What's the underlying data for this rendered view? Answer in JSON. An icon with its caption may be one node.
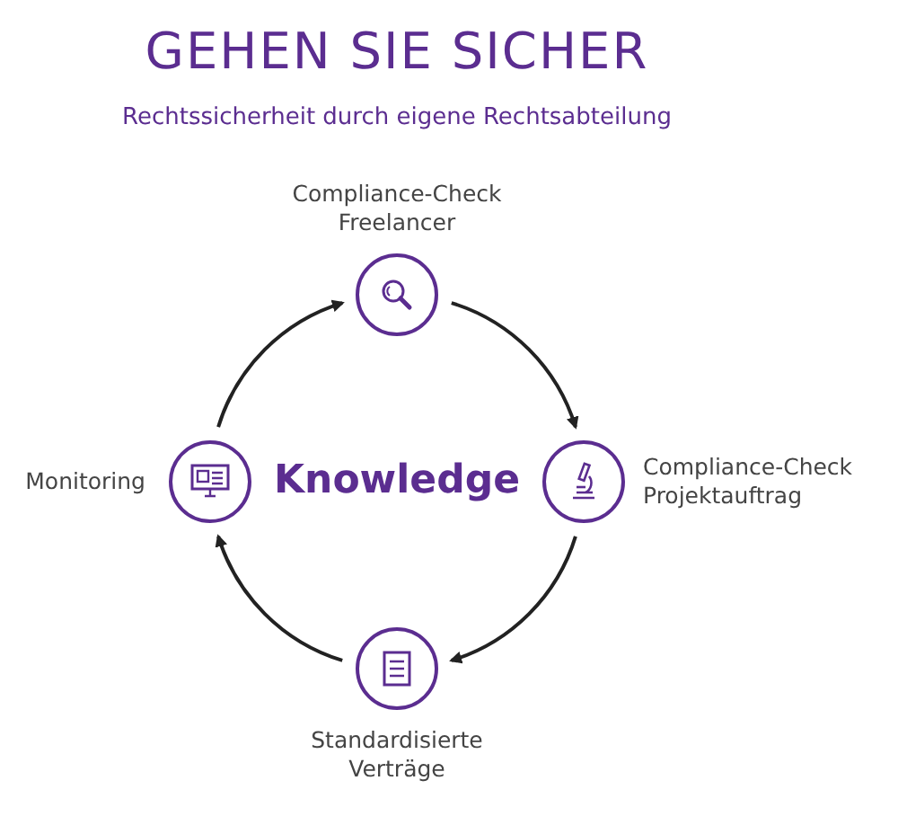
{
  "diagram": {
    "title": "GEHEN SIE SICHER",
    "nodes": [
      {
        "text": [
          "Compliance-Check Freelancer"
        ]
      },
      {
        "text": [
          "Compliance-Check Projektauftrag"
        ]
      },
      {
        "text": [
          "Standardisierte Verträge"
        ]
      },
      {
        "text": [
          "Monitoring"
        ]
      }
    ],
    "edges": [
      {
        "from": 0,
        "to": 1,
        "arrow": "to"
      },
      {
        "from": 1,
        "to": 2,
        "arrow": "to"
      },
      {
        "from": 2,
        "to": 3,
        "arrow": "to"
      },
      {
        "from": 3,
        "to": 0,
        "arrow": "to"
      }
    ],
    "labels": [
      "Rechtssicherheit durch eigene Rechtsabteilung",
      "Knowledge"
    ]
  }
}
